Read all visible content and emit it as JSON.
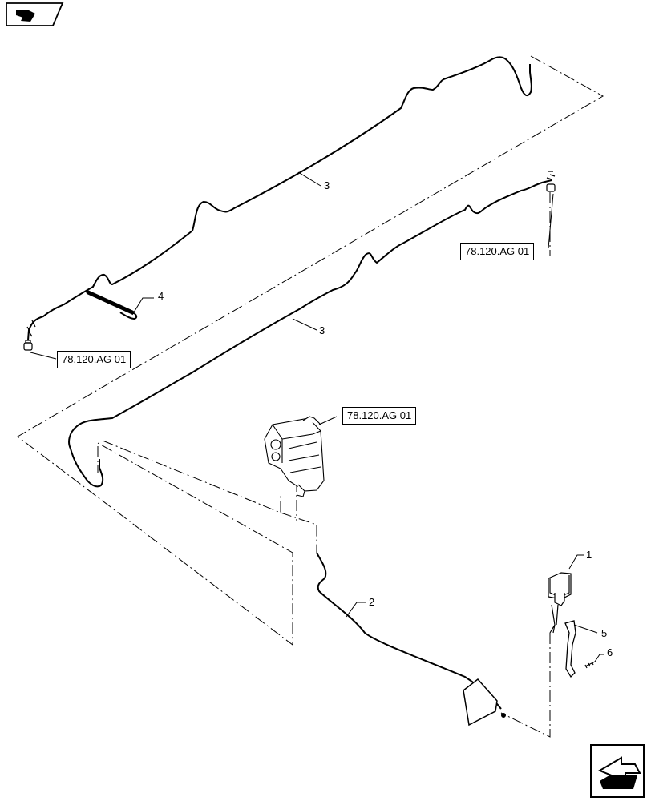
{
  "references": [
    {
      "id": "ref-top-right",
      "text": "78.120.AG 01"
    },
    {
      "id": "ref-left",
      "text": "78.120.AG 01"
    },
    {
      "id": "ref-center",
      "text": "78.120.AG 01"
    }
  ],
  "callouts": [
    {
      "id": "callout-3-upper",
      "text": "3"
    },
    {
      "id": "callout-4",
      "text": "4"
    },
    {
      "id": "callout-3-lower",
      "text": "3"
    },
    {
      "id": "callout-2",
      "text": "2"
    },
    {
      "id": "callout-1",
      "text": "1"
    },
    {
      "id": "callout-5",
      "text": "5"
    },
    {
      "id": "callout-6",
      "text": "6"
    }
  ],
  "icons": {
    "top_left": "exploded-view-icon",
    "bottom_right": "next-page-arrow-icon"
  }
}
